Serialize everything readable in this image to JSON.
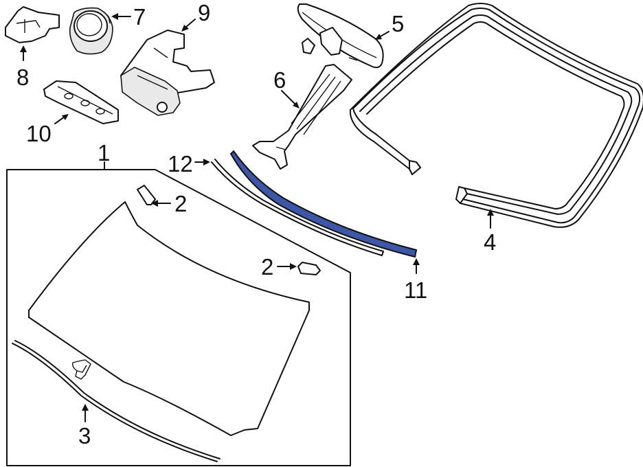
{
  "diagram": {
    "highlight_color": "#3d56a6",
    "callouts": [
      {
        "id": "1",
        "label": "1"
      },
      {
        "id": "2a",
        "label": "2"
      },
      {
        "id": "2b",
        "label": "2"
      },
      {
        "id": "3",
        "label": "3"
      },
      {
        "id": "4",
        "label": "4"
      },
      {
        "id": "5",
        "label": "5"
      },
      {
        "id": "6",
        "label": "6"
      },
      {
        "id": "7",
        "label": "7"
      },
      {
        "id": "8",
        "label": "8"
      },
      {
        "id": "9",
        "label": "9"
      },
      {
        "id": "10",
        "label": "10"
      },
      {
        "id": "11",
        "label": "11"
      },
      {
        "id": "12",
        "label": "12"
      }
    ]
  }
}
